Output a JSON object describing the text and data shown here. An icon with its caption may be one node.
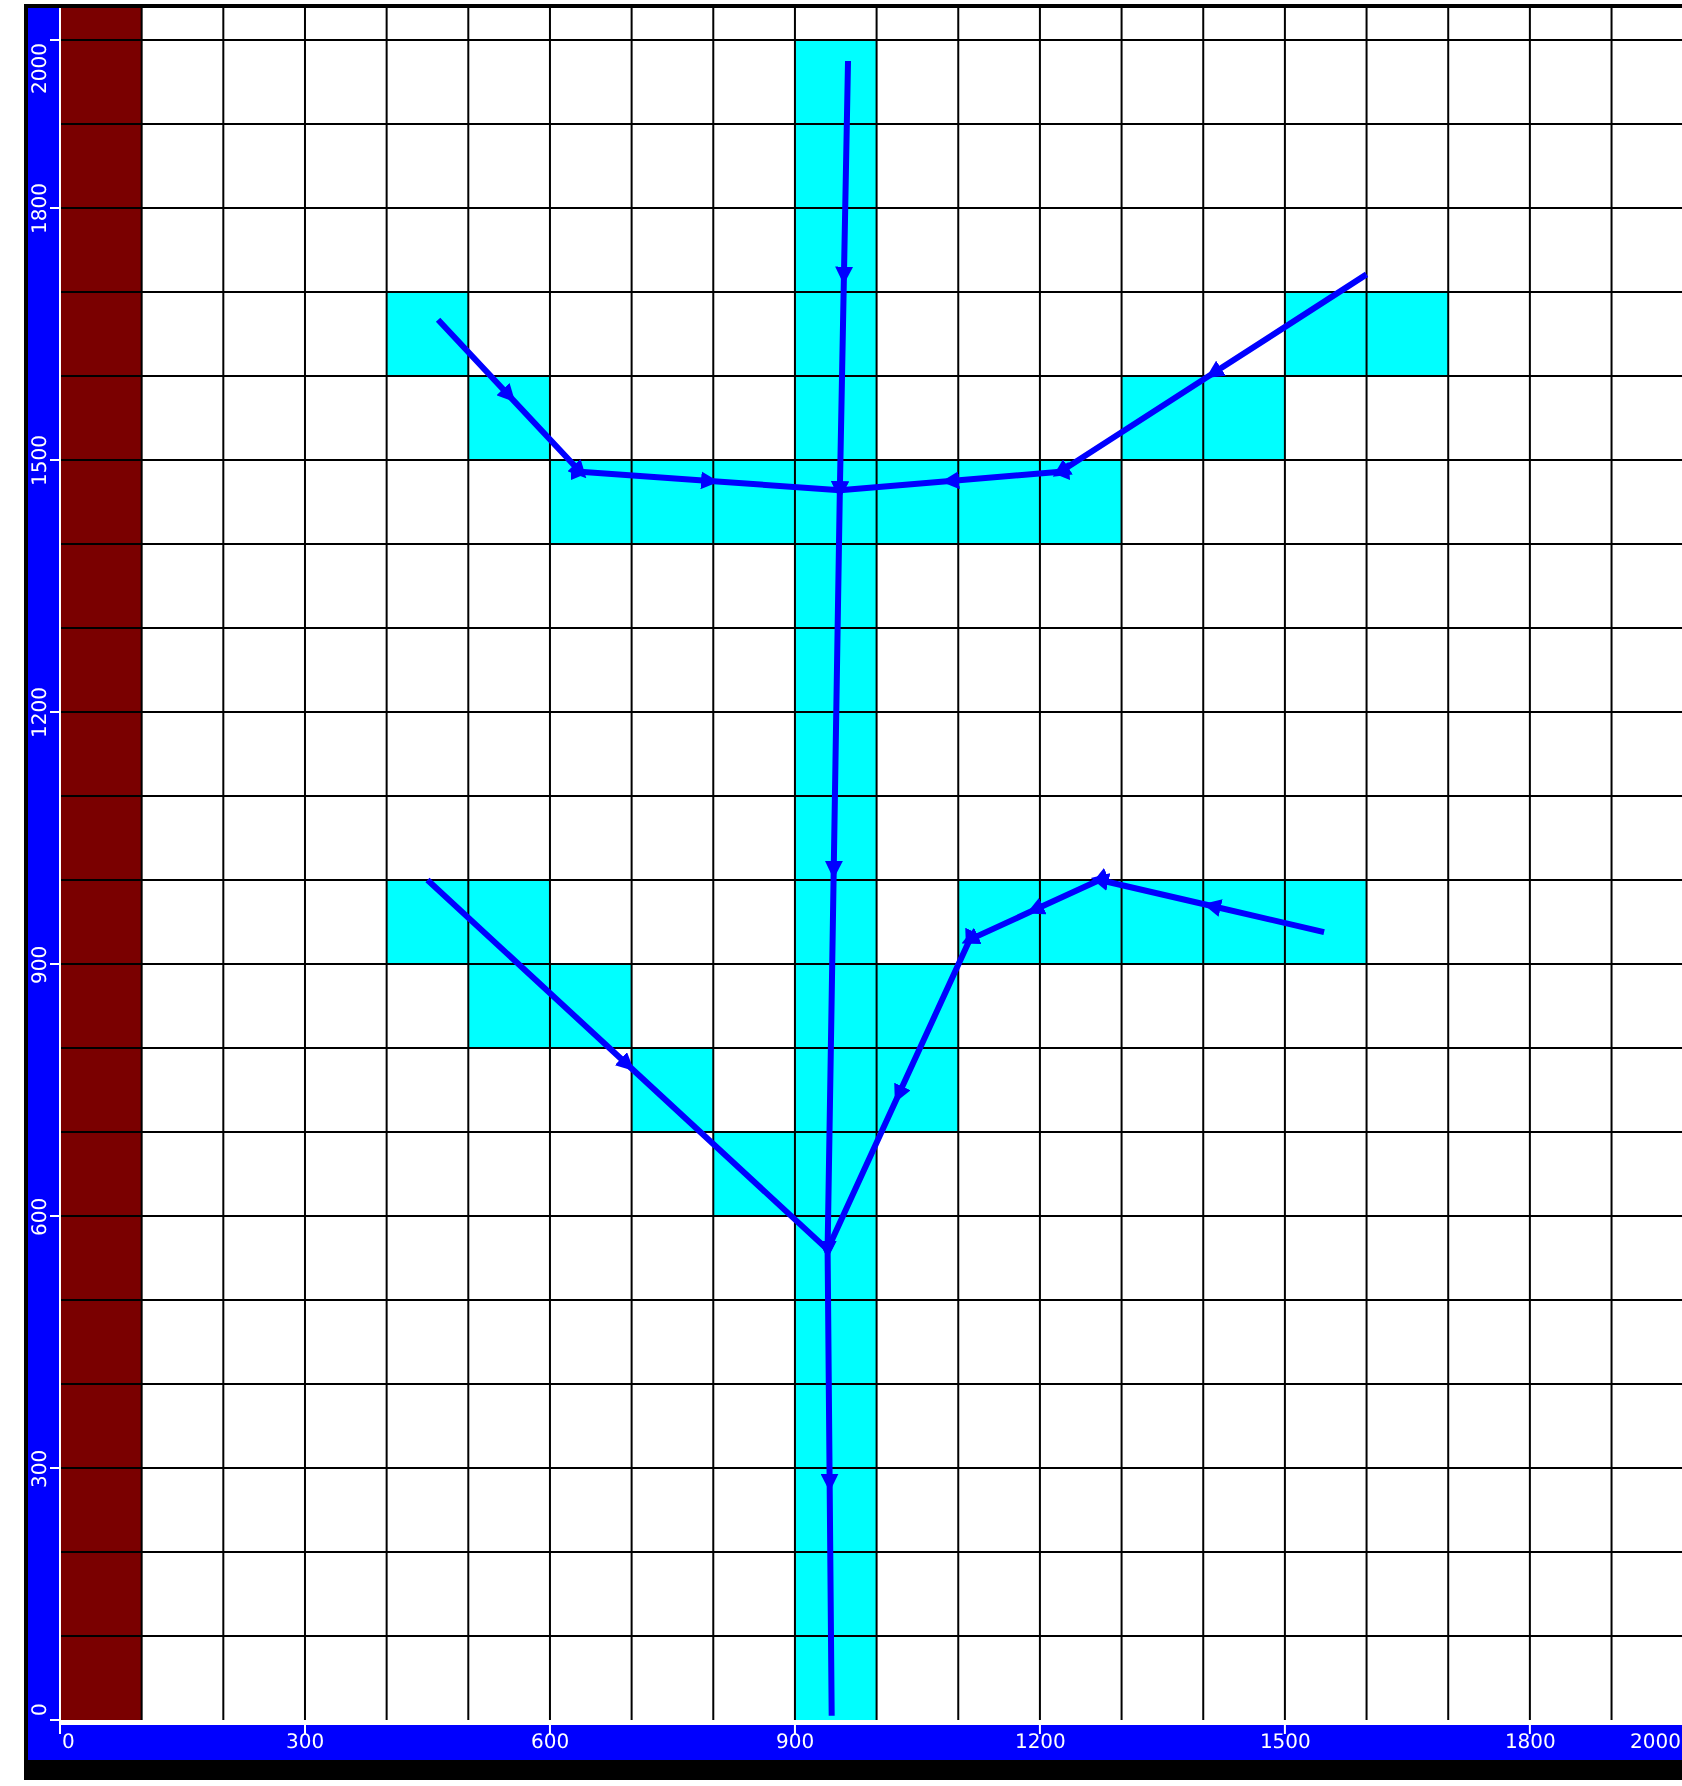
{
  "diagram": {
    "labels": [
      "2000",
      "1800",
      "1500",
      "1200",
      "900",
      "600",
      "300",
      "0",
      "0",
      "300",
      "600",
      "900",
      "1200",
      "1500",
      "1800",
      "2000"
    ]
  }
}
